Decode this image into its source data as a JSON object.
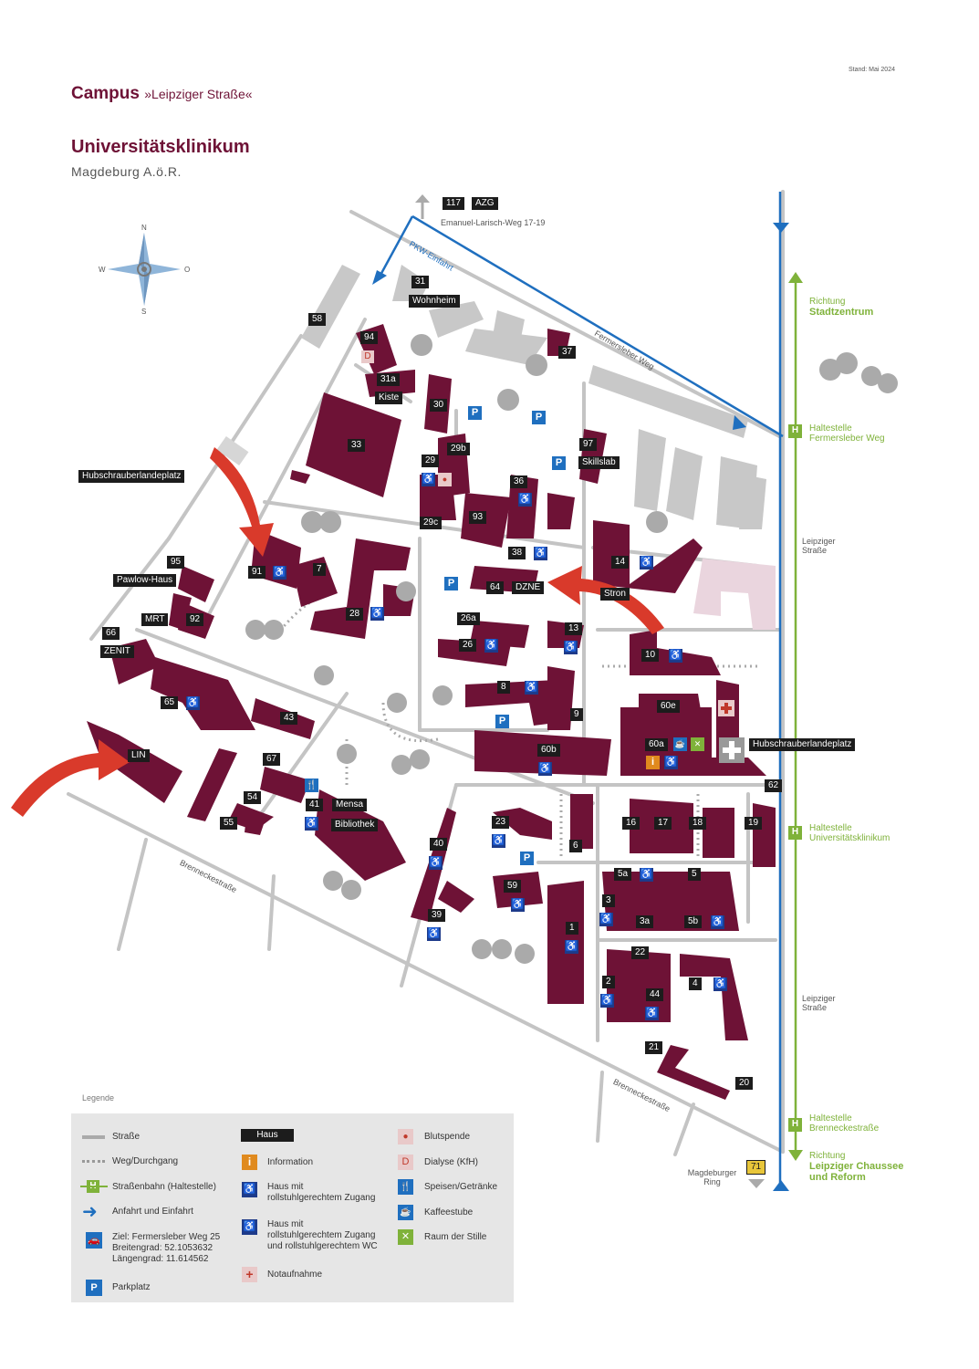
{
  "header": {
    "campus": "Campus",
    "campus_sub": "»Leipziger Straße«",
    "title": "Universitätsklinikum",
    "subtitle": "Magdeburg A.ö.R.",
    "stand": "Stand: Mai 2024"
  },
  "compass": {
    "n": "N",
    "s": "S",
    "w": "W",
    "o": "O"
  },
  "streets": {
    "emanuel": "Emanuel-Larisch-Weg 17-19",
    "pkw": "PKW-Einfahrt",
    "fermersleber": "Fermersleber Weg",
    "leipziger1": "Leipziger Straße",
    "leipziger2": "Leipziger Straße",
    "brennecke1": "Brenneckestraße",
    "brennecke2": "Brenneckestraße",
    "magdeburger": "Magdeburger Ring"
  },
  "right_side": {
    "richtung1_a": "Richtung",
    "richtung1_b": "Stadtzentrum",
    "stop1_a": "Haltestelle",
    "stop1_b": "Fermersleber Weg",
    "stop2_a": "Haltestelle",
    "stop2_b": "Universitätsklinikum",
    "stop3_a": "Haltestelle",
    "stop3_b": "Brenneckestraße",
    "richtung2_a": "Richtung",
    "richtung2_b": "Leipziger Chaussee",
    "richtung2_c": "und Reform"
  },
  "labels": {
    "l117": "117",
    "lazg": "AZG",
    "l31": "31",
    "lwohn": "Wohnheim",
    "l58": "58",
    "l94": "94",
    "l31a": "31a",
    "lkiste": "Kiste",
    "l37": "37",
    "l30": "30",
    "l33": "33",
    "l29": "29",
    "l29b": "29b",
    "l97": "97",
    "lskills": "Skillslab",
    "lhub1": "Hubschrauberlandeplatz",
    "l36": "36",
    "l29c": "29c",
    "l93": "93",
    "l38": "38",
    "l14": "14",
    "l95": "95",
    "lpawlow": "Pawlow-Haus",
    "l91": "91",
    "l7": "7",
    "l64": "64",
    "ldzne": "DZNE",
    "lstron": "Stron",
    "lmrt": "MRT",
    "l92": "92",
    "l28": "28",
    "l26a": "26a",
    "l13": "13",
    "l66": "66",
    "lzenit": "ZENIT",
    "l26": "26",
    "l10": "10",
    "l65": "65",
    "l8": "8",
    "l60e": "60e",
    "l9": "9",
    "l43": "43",
    "l60a": "60a",
    "lhub2": "Hubschrauberlandeplatz",
    "llin": "LIN",
    "l60b": "60b",
    "l67": "67",
    "l62": "62",
    "l41": "41",
    "lmensa": "Mensa",
    "l54": "54",
    "lbib": "Bibliothek",
    "l55": "55",
    "l23": "23",
    "l16": "16",
    "l17": "17",
    "l18": "18",
    "l19": "19",
    "l40": "40",
    "l6": "6",
    "l5a": "5a",
    "l5": "5",
    "l59": "59",
    "l3": "3",
    "l3a": "3a",
    "l5b": "5b",
    "l39": "39",
    "l1": "1",
    "l22": "22",
    "l2": "2",
    "l44": "44",
    "l4": "4",
    "l21": "21",
    "l20": "20",
    "l71": "71"
  },
  "legend": {
    "title": "Legende",
    "strasse": "Straße",
    "weg": "Weg/Durchgang",
    "bahn": "Straßenbahn (Haltestelle)",
    "anfahrt": "Anfahrt und Einfahrt",
    "ziel_1": "Ziel: Fermersleber Weg 25",
    "ziel_2": "Breitengrad: 52.1053632",
    "ziel_3": "Längengrad: 11.614562",
    "park": "Parkplatz",
    "haus": "Haus",
    "info": "Information",
    "rolli_1": "Haus mit",
    "rolli_2": "rollstuhlgerechtem Zugang",
    "rolliwc_1": "Haus mit",
    "rolliwc_2": "rollstuhlgerechtem Zugang",
    "rolliwc_3": "und rollstuhlgerechtem WC",
    "notauf": "Notaufnahme",
    "blut": "Blutspende",
    "dialyse": "Dialyse (KfH)",
    "speisen": "Speisen/Getränke",
    "kaffee": "Kaffeestube",
    "stille": "Raum der Stille"
  },
  "icons": {
    "wheelchair": "wheelchair-icon",
    "parking": "parking-icon",
    "parking_letter": "P",
    "tram": "tram-stop-icon",
    "tram_letter": "H",
    "info_letter": "i",
    "dialyse_letter": "D"
  },
  "colors": {
    "building": "#6e1236",
    "grey_building": "#c8c8c8",
    "street": "#bdbdbd",
    "tram": "#7fb23a",
    "car": "#1f6fbf",
    "arrow": "#d93a2b",
    "label_bg": "#1c1c1c",
    "pink_building": "#ead5de"
  }
}
